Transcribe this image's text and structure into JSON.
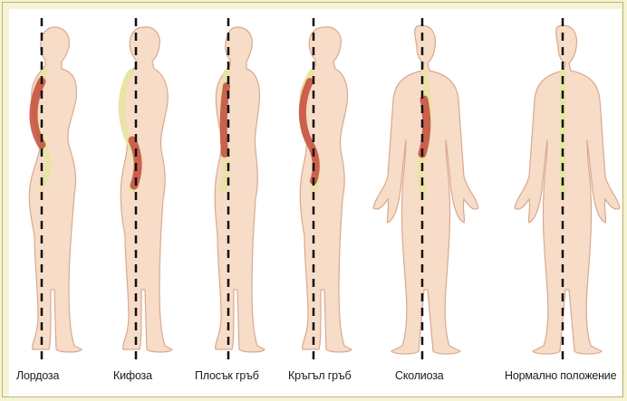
{
  "figures": [
    {
      "id": "lordosis",
      "label": "Лордоза"
    },
    {
      "id": "kyphosis",
      "label": "Кифоза"
    },
    {
      "id": "flat-back",
      "label": "Плосък гръб"
    },
    {
      "id": "round-back",
      "label": "Кръгъл гръб"
    },
    {
      "id": "scoliosis",
      "label": "Сколиоза"
    },
    {
      "id": "normal",
      "label": "Нормално положение"
    }
  ],
  "colors": {
    "skin": "#f7dcc8",
    "skin_outline": "#d9a98e",
    "spine_yellow": "#e9e3a6",
    "spine_red": "#c44a3c",
    "dash": "#111111"
  }
}
